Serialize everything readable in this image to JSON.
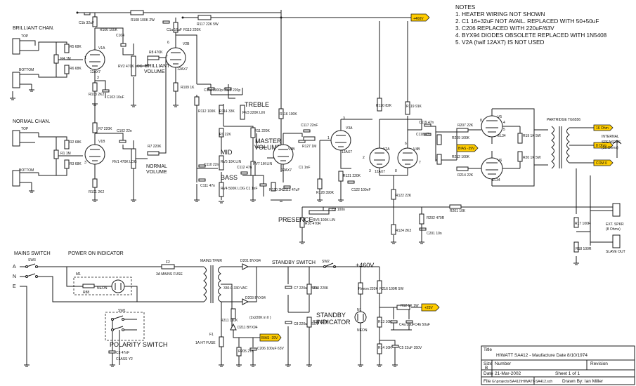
{
  "notes": {
    "title": "NOTES",
    "lines": [
      "1. HEATER WIRING NOT SHOWN",
      "2. C1 16+32uF NOT AVAIL. REPLACED WITH 50+50uF",
      "3. C206 REPLACED WITH 220uF/63V",
      "4. BYX94 DIODES OBSOLETE REPLACED WITH 1N5408",
      "5. V2A (half 12AX7) IS NOT USED"
    ]
  },
  "sections": {
    "brilliant_chan": "BRILLIANT CHAN.",
    "normal_chan": "NORMAL CHAN.",
    "brilliant_volume": [
      "BRILLIANT",
      "VOLUME"
    ],
    "normal_volume": [
      "NORMAL",
      "VOLUME"
    ],
    "treble": "TREBLE",
    "mid": "MID",
    "bass": "BASS",
    "master_volume": [
      "MASTER",
      "VOLUME"
    ],
    "presence": "PRESENCE",
    "mains_switch": "MAINS SWITCH",
    "power_on_indicator": "POWER ON INDICATOR",
    "polarity_switch": "POLARITY SWITCH",
    "standby_switch": "STANDBY SWITCH",
    "standby_indicator": [
      "STANDBY",
      "INDICATOR"
    ],
    "internal_speakers": [
      "INTERNAL",
      "SPEAKERS",
      "(16 Ohms)"
    ],
    "ext_spkr": [
      "EXT. SPKR",
      "(8 Ohms)"
    ],
    "slave_out": "SLAVE OUT",
    "partridge": "PARTRIDGE TG6556",
    "mains_tfmr": "MAINS TFMR",
    "mains_fuse": "3A MAINS FUSE",
    "ht_fuse": "1A HT FUSE",
    "top": "TOP",
    "bottom": "BOTTOM",
    "ane": [
      "A",
      "N",
      "E"
    ],
    "neon": "NEON",
    "hv_rail": "+460V",
    "secondary_voltage": "330-0-330 VAC",
    "diode_note": "(2x220K in ll )",
    "class_y2": "CLASS Y2"
  },
  "tags": {
    "b_plus": "+460V",
    "heater": "+25V",
    "bias_a": "BIAS -39V",
    "bias_b": "BIAS -39V",
    "tap16": "16 Ohm",
    "tap8": "8 Ohm",
    "tapcom": "COM 0"
  },
  "tubes": {
    "v1a": "V1A",
    "v1b": "V1B",
    "v2b": "V2B",
    "v3a": "V3A",
    "v3b": "V3B",
    "v2a": "V2A",
    "v4b": "V4B",
    "v5": "V5",
    "v6": "V6",
    "type_12ax7": "12AX7",
    "type_el34": "EL34"
  },
  "components": {
    "r108": "R108 100K 2W",
    "r117": "R117 22K 5W",
    "c1b": "C1b 32uF",
    "r106": "R106 100K",
    "c104": "C104",
    "c1a": "C1a 16uF",
    "r113": "R113 220K",
    "r5": "R5 68K",
    "r4": "R4 1M",
    "r6": "R6 68K",
    "r103": "R103 2K2",
    "c103": "C103 10uF",
    "rv2": "RV2 470K LOG",
    "r8": "R8 470K",
    "r109": "R109 1K",
    "r2": "R2 68K",
    "r1": "R1 1M",
    "r3": "R3 68K",
    "r7": "R7 220K",
    "c102": "C102 22n",
    "rv1": "RV1 470K LOG",
    "r101": "R101 2K2",
    "c114": "C114 1000p",
    "c115": "C115 220p",
    "r114": "R114 33K",
    "rv3": "RV3 220K LIN",
    "r112": "R112 100K",
    "r9": "R9 22K",
    "rv5": "RV5 10K LIN",
    "rv4": "RV4 500K LOG",
    "c110": "C110 22n",
    "c111": "C111 47n",
    "r11": "R11 220K",
    "rv7": "RV7 1M LIN",
    "c112": "C112 47n",
    "c1": "C1 1nF",
    "r116": "R116 100K",
    "r120": "R120 2K2",
    "c113": "C113 47uF",
    "c117": "C117 22nF",
    "r127": "R127 1M",
    "r128": "R128 390K",
    "r121": "R121 220K",
    "c122": "C122 100nF",
    "r122": "R122 22K",
    "r124": "R124 2K2",
    "r10": "R10 470R",
    "rv6": "RV6 100K LIN",
    "c2": "C2 100n",
    "r202": "R202 470R",
    "c201": "C201 10n",
    "r201": "R201 10K",
    "r130": "R130 82K",
    "r119": "R119 91K",
    "c119": "C119 47n",
    "c118": "C118 47n",
    "r207": "R207 22K",
    "r209": "R209 100K",
    "r212": "R212 100K",
    "r214": "R214 22K",
    "r19": "R19 1K 5W",
    "r20": "R20 1K 5W",
    "r17": "R17 100R",
    "r18": "R18 100R",
    "r88": "R88",
    "m1": "M1",
    "f2": "F2",
    "d201": "D201 BYX94",
    "d203": "D203 BYX94",
    "d211": "D211 BYX94",
    "f1": "F1",
    "r211": "R211 110K",
    "r205": "R205 27K",
    "c206": "C206 100uF 63V",
    "c7": "C7 220uF 250V",
    "c8": "C8 220uF 250V",
    "r15": "R15 220K",
    "r16": "R16 220K",
    "rneon": "Rneon 220K",
    "n1": "N1",
    "r216": "R216 100R 5W",
    "r12": "R12 1K 1W",
    "r13": "R13 10K",
    "c4a": "C4a 50uF",
    "c4b": "C4b 50uF",
    "r14": "R14 10K",
    "c5": "C5 22uF 350V",
    "c3": "C3 47nF",
    "sw1": "SW1",
    "sw2": "SW2",
    "sw3": "SW3"
  },
  "pins": [
    "1",
    "2",
    "3",
    "6",
    "7",
    "8",
    "4",
    "5"
  ],
  "title_block": {
    "title_label": "Title",
    "title": "HIWATT SA412 - Maufacture Date 8/10/1974",
    "size_label": "Size",
    "size": "B",
    "number_label": "Number",
    "revision_label": "Revision",
    "date_label": "Date",
    "date": "21-Mar-2002",
    "file_label": "File",
    "file": "G:\\projects\\SA412\\HIWATT-SA412.sch",
    "sheet": "Sheet 1 of 1",
    "drawn_by": "Drawn By: Ian Miller"
  }
}
